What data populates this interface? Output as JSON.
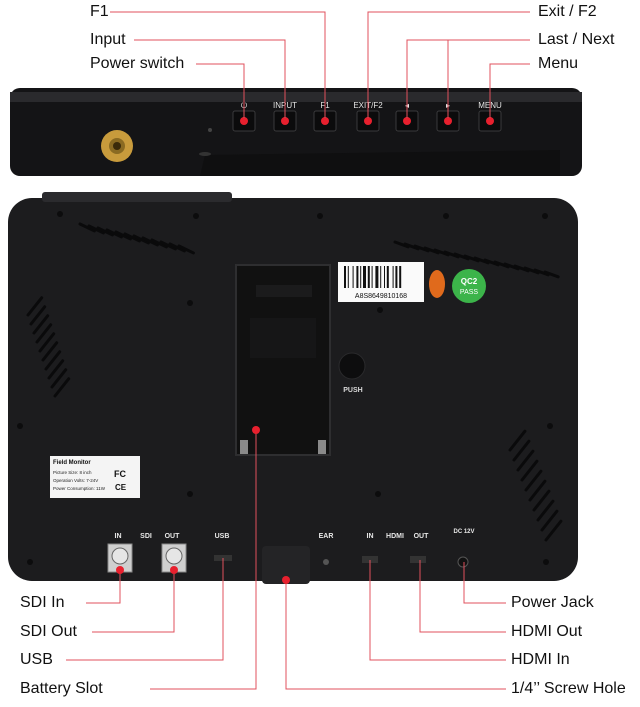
{
  "callouts": {
    "f1_top": "F1",
    "input": "Input",
    "power_switch": "Power switch",
    "exit_f2": "Exit / F2",
    "last_next": "Last / Next",
    "menu": "Menu",
    "sdi_in": "SDI In",
    "sdi_out": "SDI Out",
    "usb": "USB",
    "battery_slot": "Battery Slot",
    "power_jack": "Power Jack",
    "hdmi_out": "HDMI Out",
    "hdmi_in": "HDMI In",
    "screw_hole": "1/4’’ Screw Hole"
  },
  "top_panel": {
    "buttons": [
      "⏻",
      "INPUT",
      "F1",
      "EXIT/F2",
      "◂",
      "▸",
      "MENU"
    ]
  },
  "back_panel": {
    "push_label": "PUSH",
    "barcode_text": "A8S8649810168",
    "qc_label": "QC2",
    "pass_label": "PASS",
    "port_labels": {
      "sdi_in": "IN",
      "sdi": "SDI",
      "sdi_out": "OUT",
      "usb": "USB",
      "ear": "EAR",
      "hdmi_in": "IN",
      "hdmi": "HDMI",
      "hdmi_out": "OUT",
      "dc": "DC 12V"
    },
    "spec_label": {
      "title": "Field Monitor",
      "lines": [
        "Picture Size: 8 inch",
        "Operation Volts: 7-24V",
        "Power Consumption: 11W"
      ],
      "fc": "FC",
      "ce": "CE"
    }
  },
  "colors": {
    "callout_line": "#e0505c",
    "marker": "#e8202e",
    "body": "#1c1c1e"
  }
}
